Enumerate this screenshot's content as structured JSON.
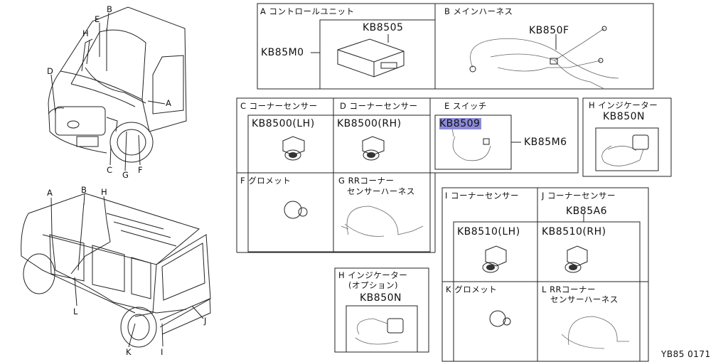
{
  "watermark_text": "",
  "car_front_labels": {
    "A": "A",
    "B": "B",
    "C": "C",
    "D": "D",
    "E": "E",
    "F": "F",
    "G": "G",
    "H": "H"
  },
  "car_rear_labels": {
    "A": "A",
    "B": "B",
    "H": "H",
    "I": "I",
    "J": "J",
    "K": "K",
    "L": "L"
  },
  "sections": {
    "A": {
      "title": "A コントロールユニット",
      "part": "KB8505",
      "assy": "KB85M0"
    },
    "B": {
      "title": "B メインハーネス",
      "part": "KB850F"
    },
    "C": {
      "title": "C コーナーセンサー",
      "part": "KB8500(LH)"
    },
    "D": {
      "title": "D コーナーセンサー",
      "part": "KB8500(RH)"
    },
    "E": {
      "title": "E スイッチ",
      "part": "KB8509",
      "assy": "KB85M6"
    },
    "H1": {
      "title": "H インジケーター",
      "part": "KB850N"
    },
    "F": {
      "title": "F グロメット"
    },
    "G": {
      "title": "G RRコーナー",
      "title2": "センサーハーネス"
    },
    "I": {
      "title": "I コーナーセンサー",
      "part": "KB8510(LH)"
    },
    "J": {
      "title": "J コーナーセンサー",
      "assy": "KB85A6",
      "part": "KB8510(RH)"
    },
    "K": {
      "title": "K グロメット"
    },
    "L": {
      "title": "L RRコーナー",
      "title2": "センサーハーネス"
    },
    "H2": {
      "title": "H インジケーター",
      "title2": "(オプション)",
      "part": "KB850N"
    }
  },
  "diagram_id": "YB85 0171",
  "highlight_color": "#8b8ad8"
}
